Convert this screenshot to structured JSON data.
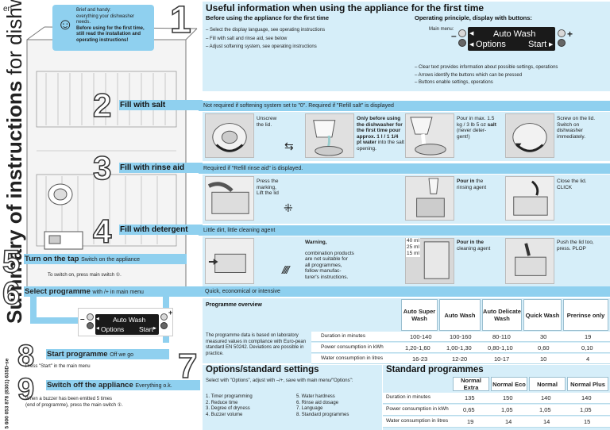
{
  "lang": "en",
  "side_title_a": "Summary of instructions",
  "side_title_b": " for dishwasher",
  "part_no": "5 600 053 878 (8301)   635D-se",
  "intro": {
    "line1": "Brief and handy:",
    "line2": "everything your dishwasher",
    "line3": "needs.",
    "bold1": "Before using for the first time,",
    "bold2": "still read the installation and",
    "bold3": "operating instructions!"
  },
  "s1": {
    "num": "1",
    "title": "Useful information when using the appliance for the first time",
    "left_head": "Before using the appliance for the first time",
    "bullets": [
      "– Select the display language, see operating instructions",
      "– Fill with salt and rinse aid, see below",
      "– Adjust softening system, see operating instructions"
    ],
    "right_head": "Operating principle, display with buttons:",
    "menu_label": "Main menu:",
    "disp_top": "Auto Wash",
    "disp_left": "Options",
    "disp_right": "Start",
    "minus": "–",
    "plus": "+",
    "notes": [
      "– Clear text provides information about possible settings, operations",
      "– Arrows identify the buttons which can be pressed",
      "– Buttons enable settings, operations"
    ]
  },
  "s2": {
    "num": "2",
    "title": "Fill with salt",
    "bar": "Not required if softening system set to \"0\". Required if \"Refill salt\" is displayed",
    "t1": "Unscrew the lid.",
    "t2a": "Only before using the dishwasher for the first time pour approx. 1 l / 1 1/4 pt water",
    "t2b": " into the salt opening.",
    "t3a": "Pour in max. 1.5 kg / 3 lb 5 oz ",
    "t3b": "salt",
    "t3c": " (never deter-gent!)",
    "t4": "Screw on the lid. Switch on dishwasher immediately."
  },
  "s3": {
    "num": "3",
    "title": "Fill with rinse aid",
    "bar": "Required if \"Refill rinse aid\" is displayed.",
    "t1": "Press the marking, Lift the lid",
    "t2a": "Pour in",
    "t2b": " the rinsing agent",
    "t3": "Close the lid. CLICK"
  },
  "s4": {
    "num": "4",
    "title": "Fill with detergent",
    "bar": "Little dirt, little cleaning agent",
    "warn_head": "Warning,",
    "warn": "combination products are not suitable for all programmes, follow manufac-turer's instructions.",
    "levels": [
      "40 ml",
      "25 ml",
      "15 ml"
    ],
    "t2a": "Pour in the",
    "t2b": " cleaning agent",
    "t3": "Push the lid too, press. PLOP"
  },
  "s5": {
    "num": "5",
    "title": "Turn on the tap",
    "sub": "Switch on the appliance",
    "note": "To switch on, press main switch ①."
  },
  "s6": {
    "num": "6",
    "title": "Select programme",
    "sub": "with /+ in main menu",
    "bar": "Quick, economical or intensive",
    "disp_top": "Auto Wash",
    "disp_left": "Options",
    "disp_right": "Start",
    "minus": "–",
    "plus": "+"
  },
  "overview": {
    "label": "Programme overview",
    "cols": [
      "Auto Super Wash",
      "Auto Wash",
      "Auto Delicate Wash",
      "Quick Wash",
      "Prerinse only"
    ],
    "note": "The programme data is based on laboratory measured values in compliance with Euro-pean standard EN 50242. Deviations are possible in practice.",
    "rows": [
      {
        "label": "Duration in minutes",
        "vals": [
          "100-140",
          "100-160",
          "80-110",
          "30",
          "19"
        ]
      },
      {
        "label": "Power consumption in kWh",
        "vals": [
          "1,20-1,60",
          "1,00-1,30",
          "0,80-1,10",
          "0,60",
          "0,10"
        ]
      },
      {
        "label": "Water consumption in litres",
        "vals": [
          "16-23",
          "12-20",
          "10-17",
          "10",
          "4"
        ]
      }
    ]
  },
  "s7": {
    "num": "7",
    "title": "Options/standard settings",
    "sub": "Select with \"Options\", adjust with –/+, save with main menu/\"Options\":",
    "opts_a": [
      "1. Timer programming",
      "2. Reduce time",
      "3. Degree of dryness",
      "4. Buzzer volume"
    ],
    "opts_b": [
      "5. Water hardness",
      "6. Rinse aid dosage",
      "7. Language",
      "8. Standard programmes"
    ]
  },
  "standard": {
    "title": "Standard programmes",
    "cols": [
      "Normal Extra",
      "Normal Eco",
      "Normal",
      "Normal Plus"
    ],
    "rows": [
      {
        "label": "Duration in minutes",
        "vals": [
          "135",
          "150",
          "140",
          "140"
        ]
      },
      {
        "label": "Power consumption in kWh",
        "vals": [
          "0,65",
          "1,05",
          "1,05",
          "1,05"
        ]
      },
      {
        "label": "Water consumption in litres",
        "vals": [
          "19",
          "14",
          "14",
          "15"
        ]
      }
    ]
  },
  "s8": {
    "num": "8",
    "title": "Start programme",
    "sub": "Off we go",
    "note": "Press \"Start\" in the main menu"
  },
  "s9": {
    "num": "9",
    "title": "Switch off the appliance",
    "sub": "Everything o.k.",
    "note1": "When a buzzer has been emitted 5 times",
    "note2": "(end of programme), press the main switch ①."
  }
}
